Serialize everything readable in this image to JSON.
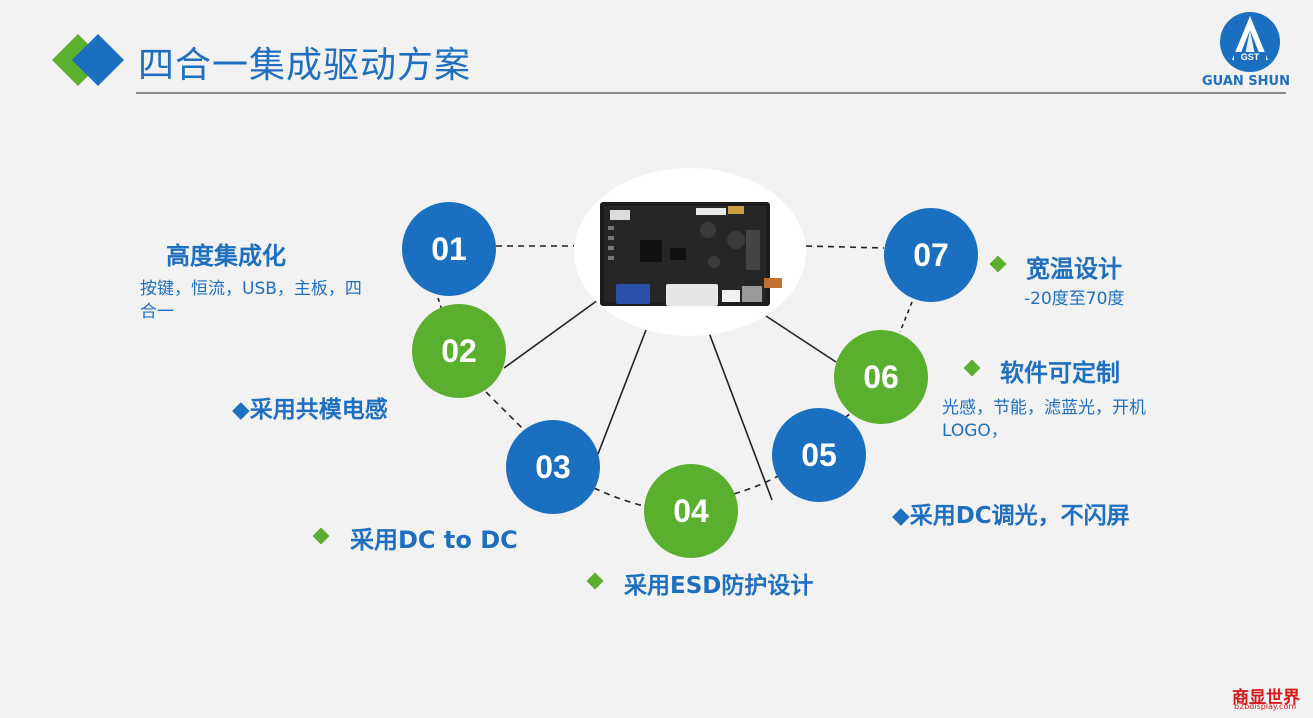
{
  "header": {
    "title": "四合一集成驱动方案"
  },
  "logo": {
    "badge_text": "GST",
    "name": "GUAN SHUN"
  },
  "colors": {
    "blue": "#1b6fc0",
    "green": "#5aaf2f",
    "title_blue": "#1f6fc0",
    "background": "#f2f2f2"
  },
  "features": [
    {
      "number": "01",
      "title": "高度集成化",
      "desc": "按键，恒流，USB，主板，四合一"
    },
    {
      "number": "02",
      "title": "◆采用共模电感"
    },
    {
      "number": "03",
      "title": "采用DC to DC"
    },
    {
      "number": "04",
      "title": "采用ESD防护设计"
    },
    {
      "number": "05",
      "title": "◆采用DC调光，不闪屏"
    },
    {
      "number": "06",
      "title": "软件可定制",
      "desc": "光感，节能，滤蓝光，开机LOGO，"
    },
    {
      "number": "07",
      "title": "宽温设计",
      "desc": "-20度至70度"
    }
  ],
  "watermark": {
    "cn": "商显世界",
    "url": "b2bdisplay.com"
  }
}
